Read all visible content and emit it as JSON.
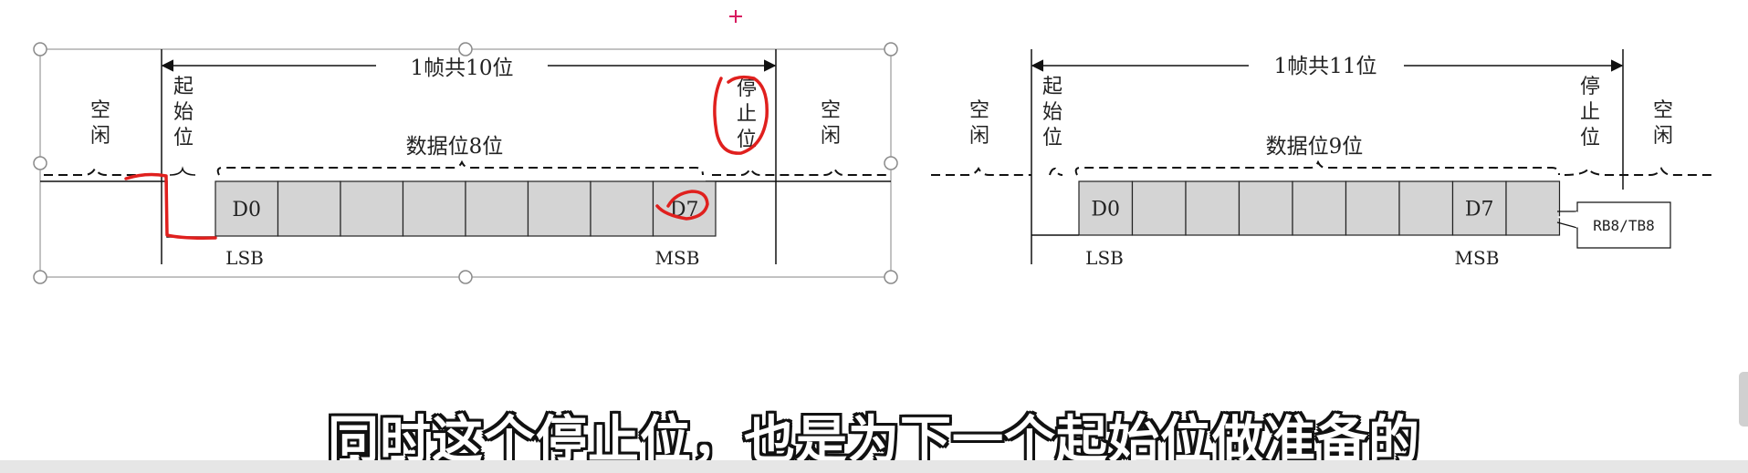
{
  "left_frame": {
    "title": "1帧共10位",
    "idle_left": "空闲",
    "idle_right": "空闲",
    "start_bit": "起始位",
    "stop_bit": "停止位",
    "data_bits": "数据位8位",
    "cells": [
      "D0",
      "",
      "",
      "",
      "",
      "",
      "",
      "D7"
    ],
    "lsb": "LSB",
    "msb": "MSB"
  },
  "right_frame": {
    "title": "1帧共11位",
    "idle_left": "空闲",
    "idle_right": "空闲",
    "start_bit": "起始位",
    "stop_bit": "停止位",
    "data_bits": "数据位9位",
    "cells": [
      "D0",
      "",
      "",
      "",
      "",
      "",
      "",
      "D7",
      ""
    ],
    "lsb": "LSB",
    "msb": "MSB",
    "callout": "RB8/TB8"
  },
  "subtitle": "同时这个停止位，也是为下一个起始位做准备的",
  "colors": {
    "annotation": "#e0201e",
    "cell_fill": "#d4d4d4",
    "plus": "#d81b60"
  }
}
